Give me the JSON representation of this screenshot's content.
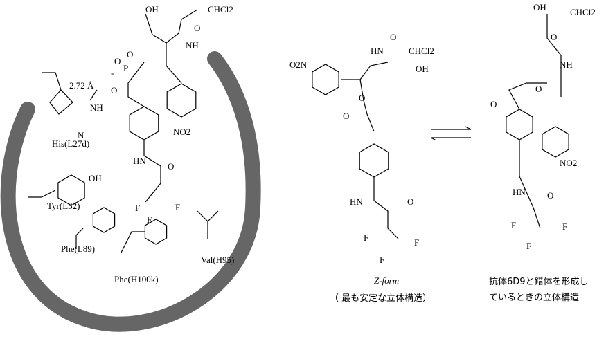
{
  "complex": {
    "distance": "2.72 Å",
    "charge": "-",
    "residues": [
      "His(L27d)",
      "Tyr(L32)",
      "Phe(L89)",
      "Phe(H100k)",
      "Val(H95)"
    ],
    "atoms": [
      "OH",
      "O",
      "CHCl2",
      "NH",
      "O",
      "O",
      "P",
      "O",
      "NH",
      "N",
      "NO2",
      "HN",
      "O",
      "F",
      "F",
      "F",
      "OH"
    ]
  },
  "zform": {
    "atoms": [
      "O2N",
      "HN",
      "O",
      "CHCl2",
      "OH",
      "O",
      "O",
      "HN",
      "O",
      "F",
      "F",
      "F"
    ],
    "title": "Z-form",
    "subtitle": "（ 最も安定な立体構造）"
  },
  "bound": {
    "atoms": [
      "OH",
      "O",
      "CHCl2",
      "NH",
      "O",
      "O",
      "NO2",
      "HN",
      "O",
      "F",
      "F",
      "F"
    ],
    "caption_line1": "抗体6D9と錯体を形成し",
    "caption_line2": "ているときの立体構造"
  },
  "colors": {
    "pocket": "#666666"
  }
}
